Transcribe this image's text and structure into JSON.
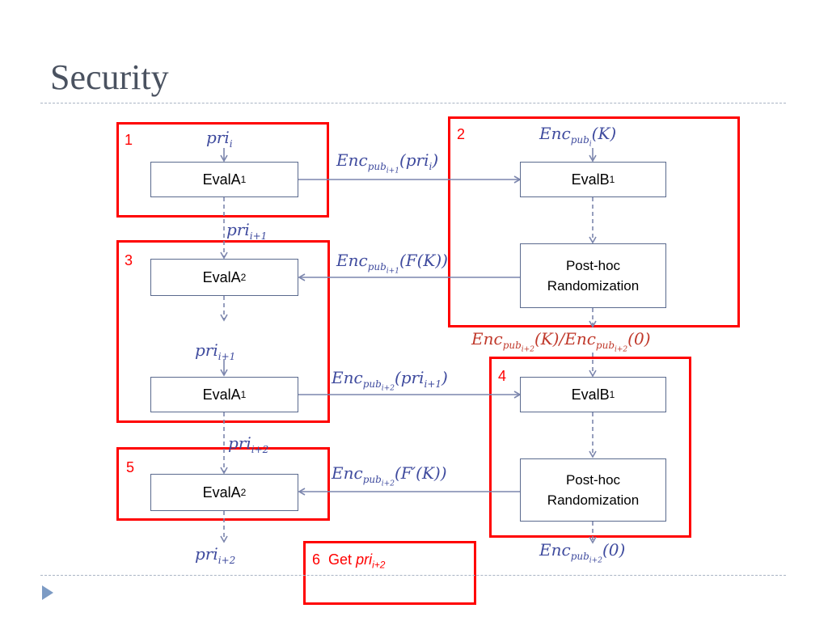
{
  "title": "Security",
  "regions": [
    "1",
    "2",
    "3",
    "4",
    "5"
  ],
  "region6": {
    "num": "6",
    "text": "Get",
    "var": "pri",
    "sub": "i+2"
  },
  "boxes": {
    "evalA1_top": {
      "main": "EvalA",
      "sub": "1"
    },
    "evalA2_mid": {
      "main": "EvalA",
      "sub": "2"
    },
    "evalA1_mid": {
      "main": "EvalA",
      "sub": "1"
    },
    "evalA2_bot": {
      "main": "EvalA",
      "sub": "2"
    },
    "evalB1_top": {
      "main": "EvalB",
      "sub": "1"
    },
    "evalB1_bot": {
      "main": "EvalB",
      "sub": "1"
    },
    "posthoc_top": {
      "line1": "Post-hoc",
      "line2": "Randomization"
    },
    "posthoc_bot": {
      "line1": "Post-hoc",
      "line2": "Randomization"
    }
  },
  "labels": {
    "pri": "pri",
    "enc": "Enc",
    "pub": "pub",
    "sub_i": "i",
    "sub_i1": "i+1",
    "sub_i2": "i+2",
    "arg_K": "(K)",
    "arg_0": "(0)",
    "arg_pri_open": "(pri",
    "close": ")",
    "arg_FK": "(F(K))",
    "arg_FpK": "(F′(K))",
    "slash": "/"
  }
}
